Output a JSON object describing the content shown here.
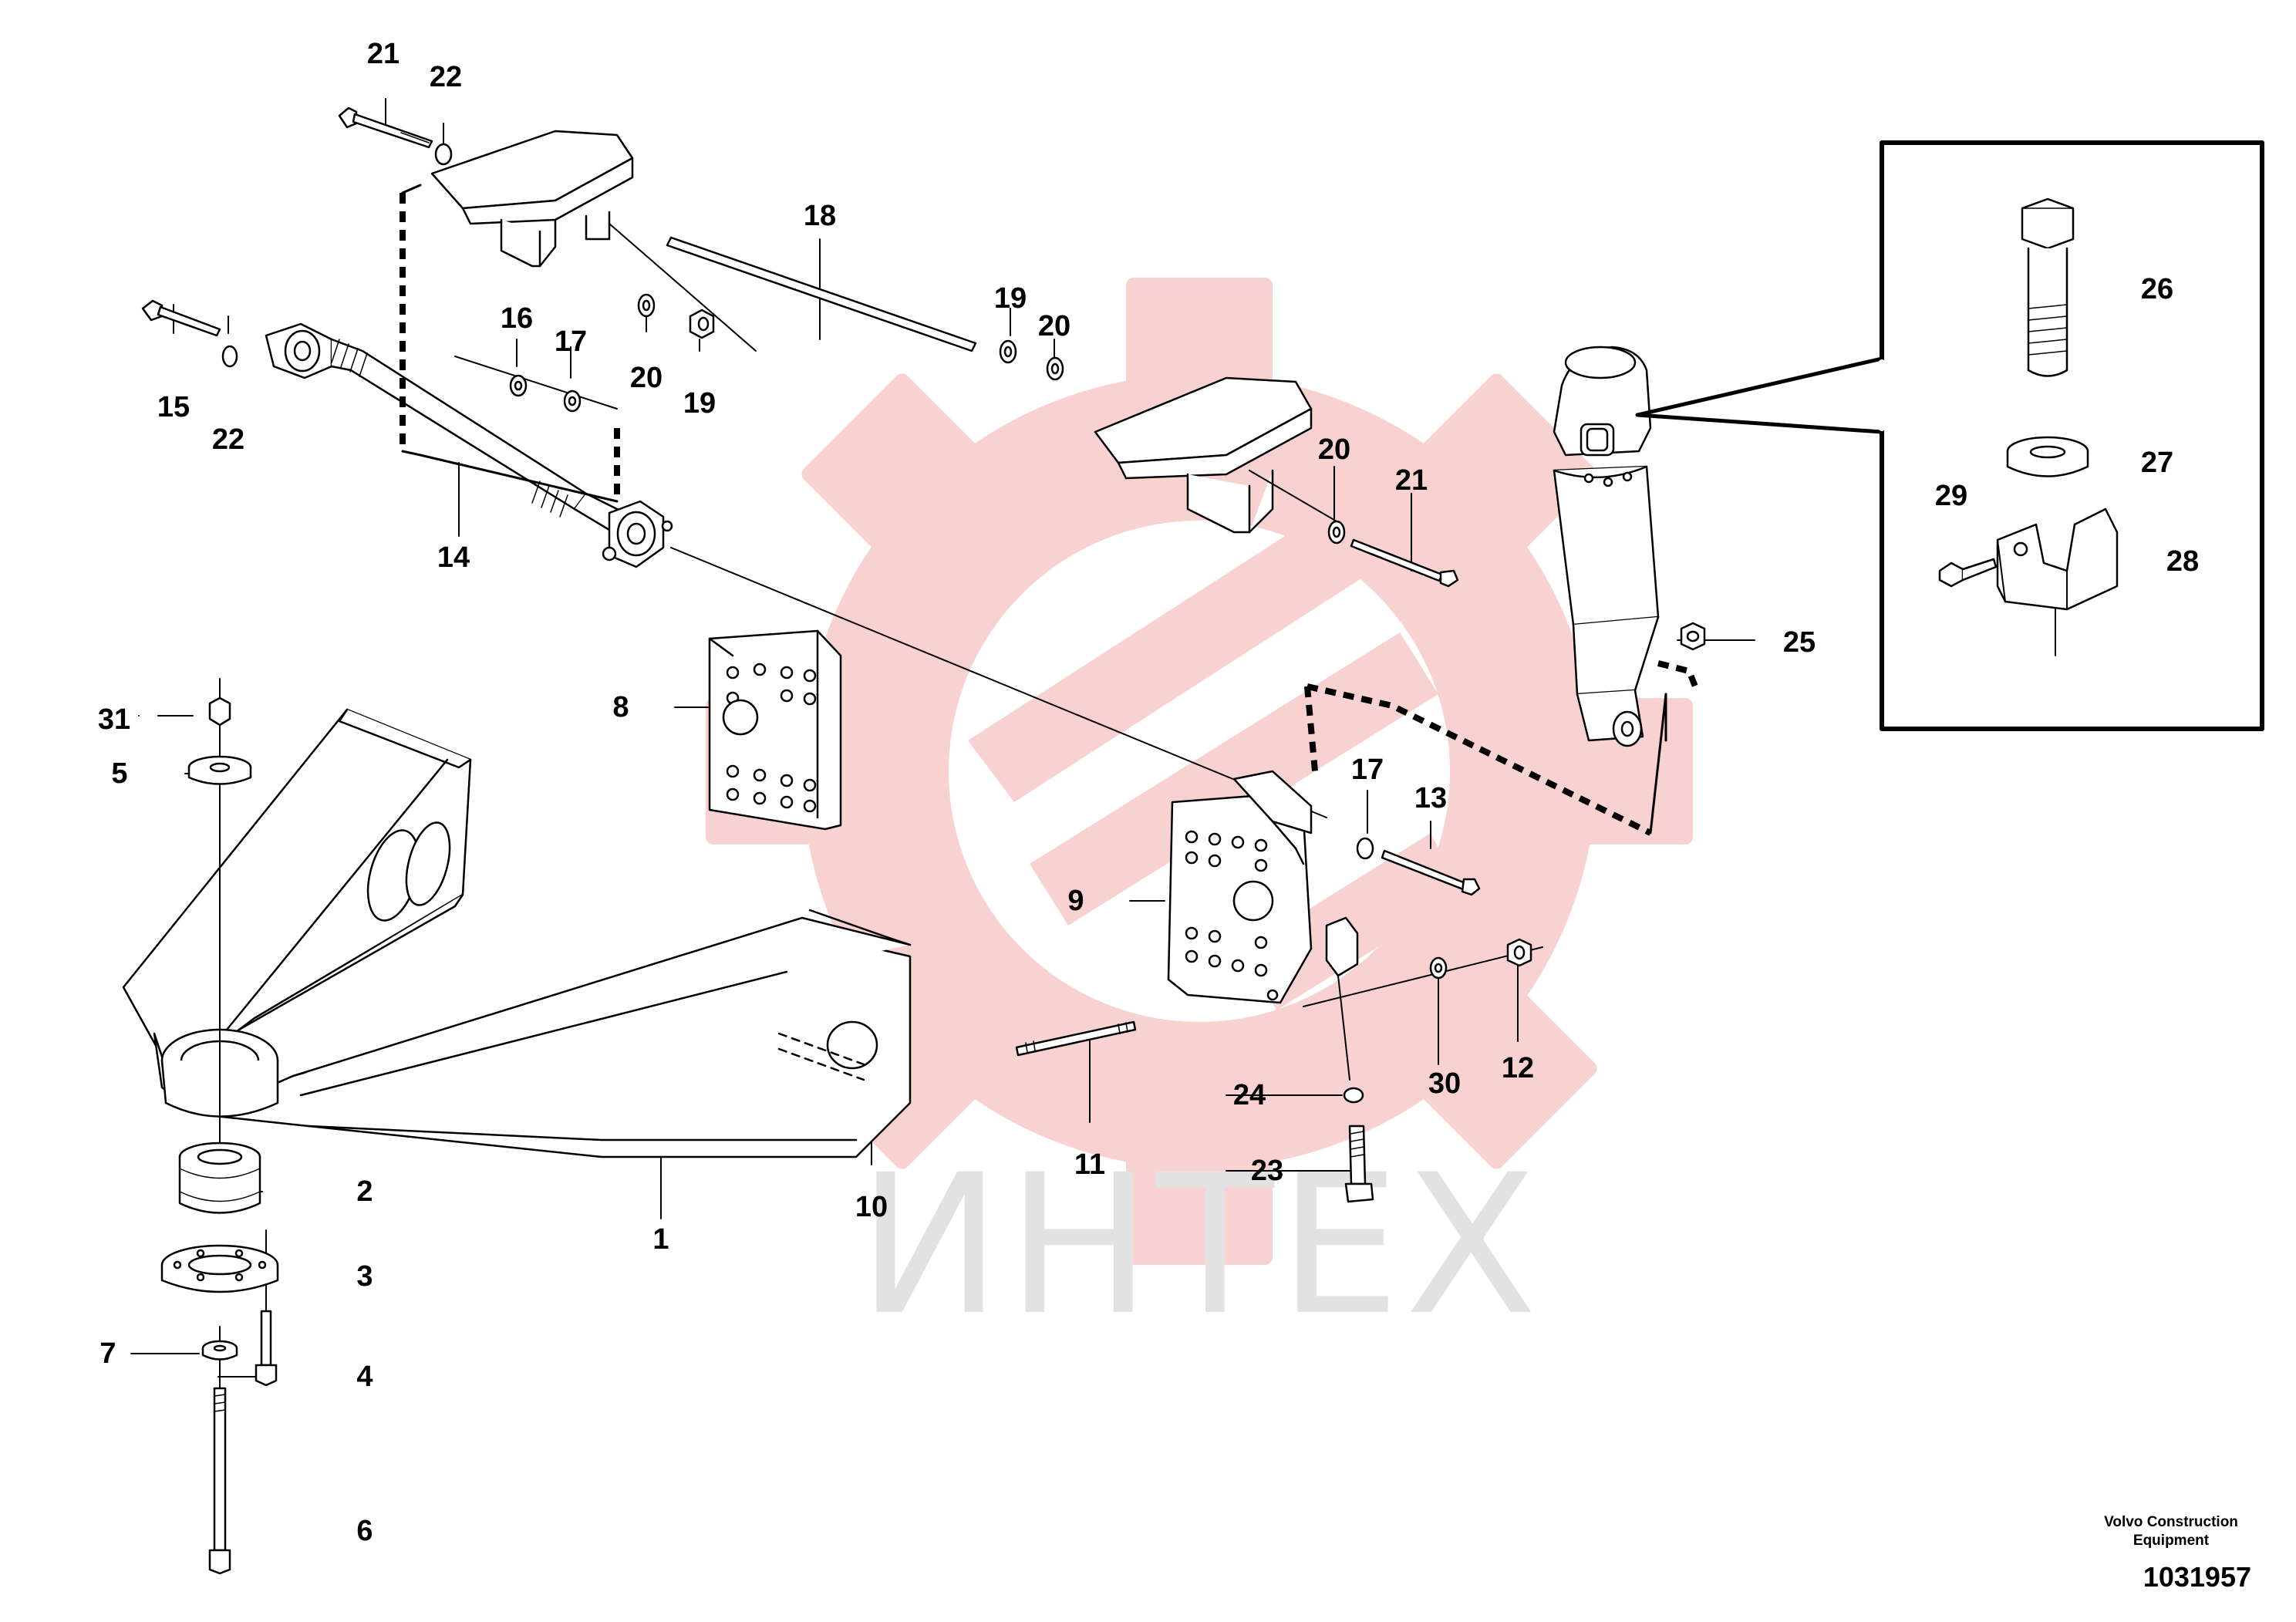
{
  "watermark": {
    "text": "ИНТЕХ",
    "gear_color": "#f7c6c6"
  },
  "brand": {
    "line1": "Volvo Construction",
    "line2": "Equipment"
  },
  "document_number": "1031957",
  "callouts": {
    "c1": "1",
    "c2": "2",
    "c3": "3",
    "c4": "4",
    "c5": "5",
    "c6": "6",
    "c7": "7",
    "c8": "8",
    "c9": "9",
    "c10": "10",
    "c11": "11",
    "c12": "12",
    "c13": "13",
    "c14": "14",
    "c15": "15",
    "c16": "16",
    "c17a": "17",
    "c17b": "17",
    "c18": "18",
    "c19a": "19",
    "c19b": "19",
    "c20a": "20",
    "c20b": "20",
    "c20c": "20",
    "c21a": "21",
    "c21b": "21",
    "c22a": "22",
    "c22b": "22",
    "c23": "23",
    "c24": "24",
    "c25": "25",
    "c26": "26",
    "c27": "27",
    "c28": "28",
    "c29": "29",
    "c30": "30",
    "c31": "31"
  }
}
